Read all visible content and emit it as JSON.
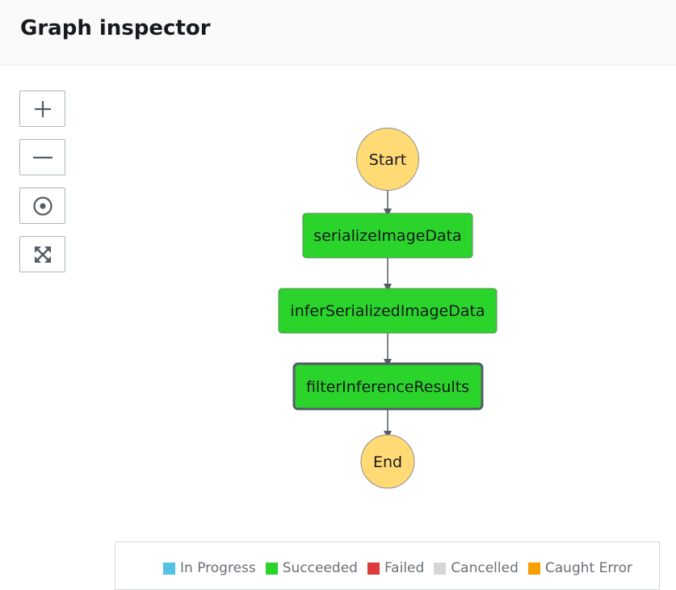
{
  "header": {
    "title": "Graph inspector"
  },
  "controls": [
    {
      "name": "zoom-in-button",
      "icon": "plus-icon"
    },
    {
      "name": "zoom-out-button",
      "icon": "minus-icon"
    },
    {
      "name": "center-button",
      "icon": "target-icon"
    },
    {
      "name": "fit-to-screen-button",
      "icon": "expand-icon"
    }
  ],
  "graph": {
    "start_label": "Start",
    "end_label": "End",
    "states": [
      {
        "label": "serializeImageData",
        "status": "Succeeded",
        "selected": false
      },
      {
        "label": "inferSerializedImageData",
        "status": "Succeeded",
        "selected": false
      },
      {
        "label": "filterInferenceResults",
        "status": "Succeeded",
        "selected": true
      }
    ]
  },
  "legend": {
    "items": [
      {
        "label": "In Progress",
        "color": "#55c1e6"
      },
      {
        "label": "Succeeded",
        "color": "#2bd42b"
      },
      {
        "label": "Failed",
        "color": "#de3a3a"
      },
      {
        "label": "Cancelled",
        "color": "#d6d6d6"
      },
      {
        "label": "Caught Error",
        "color": "#f5a000"
      }
    ]
  },
  "colors": {
    "terminal": "#ffda75",
    "terminal_border": "#8c8c8c",
    "succeeded": "#2bd42b",
    "node_border": "#5a8a5a",
    "selected_border": "#545b64",
    "edge": "#545b64"
  }
}
